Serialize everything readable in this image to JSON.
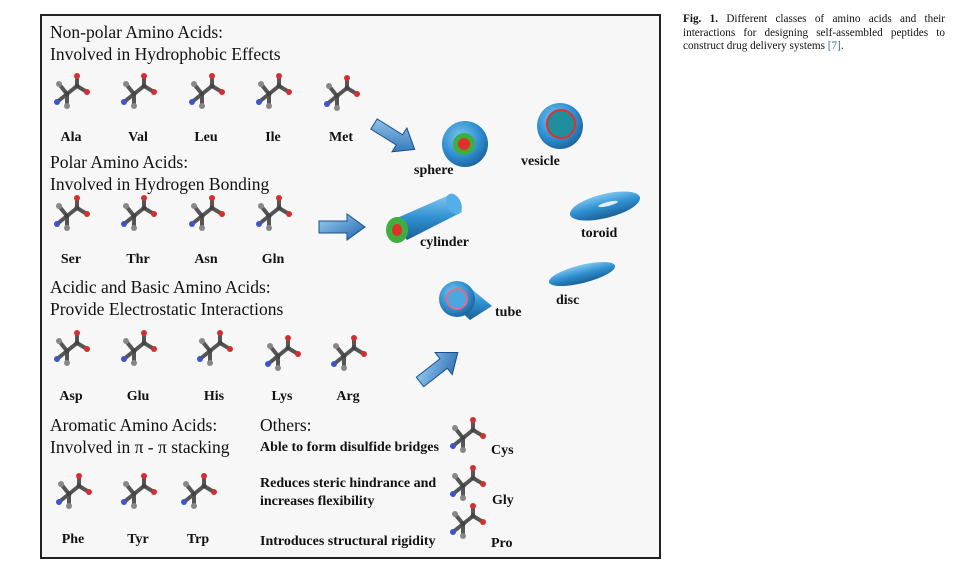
{
  "figure": {
    "groups": [
      {
        "title": [
          "Non-polar Amino Acids:",
          "Involved in Hydrophobic Effects"
        ],
        "amino_acids": [
          "Ala",
          "Val",
          "Leu",
          "Ile",
          "Met"
        ]
      },
      {
        "title": [
          "Polar Amino Acids:",
          "Involved in Hydrogen Bonding"
        ],
        "amino_acids": [
          "Ser",
          "Thr",
          "Asn",
          "Gln"
        ]
      },
      {
        "title": [
          "Acidic and Basic Amino Acids:",
          "Provide Electrostatic Interactions"
        ],
        "amino_acids": [
          "Asp",
          "Glu",
          "His",
          "Lys",
          "Arg"
        ]
      },
      {
        "title": [
          "Aromatic Amino Acids:",
          "Involved in  π - π stacking"
        ],
        "amino_acids": [
          "Phe",
          "Tyr",
          "Trp"
        ]
      }
    ],
    "others": {
      "title": "Others:",
      "items": [
        {
          "text": [
            "Able to form disulfide bridges"
          ],
          "amino_acid": "Cys"
        },
        {
          "text": [
            "Reduces steric hindrance and",
            "increases  flexibility"
          ],
          "amino_acid": "Gly"
        },
        {
          "text": [
            "Introduces structural rigidity"
          ],
          "amino_acid": "Pro"
        }
      ]
    },
    "assemblies": [
      "sphere",
      "vesicle",
      "cylinder",
      "toroid",
      "tube",
      "disc"
    ],
    "colors": {
      "assembly_blue": "#2f8fd0",
      "core_red": "#e0302a",
      "core_green": "#3fae3f",
      "arrow_blue": "#2a78c4"
    }
  },
  "caption": {
    "label": "Fig. 1.",
    "text": " Different classes of amino acids and their interactions for designing self-assembled peptides to construct drug delivery systems ",
    "ref": "[7]",
    "end": "."
  }
}
